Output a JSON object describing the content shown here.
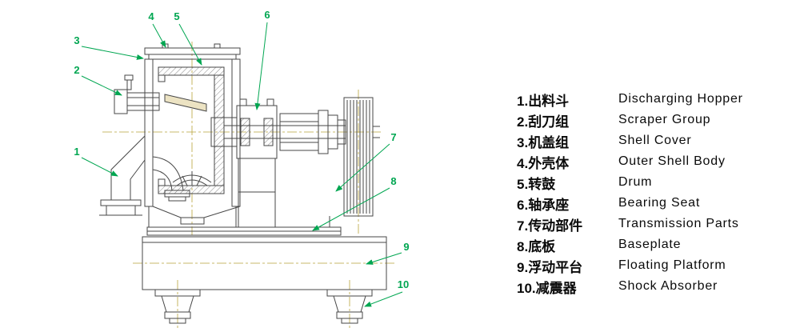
{
  "colors": {
    "callout_green": "#00A651",
    "drawing_line": "#474747",
    "centerline_yellow": "#b9a43b",
    "text": "#0a0a0a",
    "background": "#ffffff"
  },
  "callouts": [
    {
      "label": "1"
    },
    {
      "label": "2"
    },
    {
      "label": "3"
    },
    {
      "label": "4"
    },
    {
      "label": "5"
    },
    {
      "label": "6"
    },
    {
      "label": "7"
    },
    {
      "label": "8"
    },
    {
      "label": "9"
    },
    {
      "label": "10"
    }
  ],
  "legend": {
    "items": [
      {
        "num": "1.",
        "zh": "出料斗",
        "en": "Discharging Hopper"
      },
      {
        "num": "2.",
        "zh": "刮刀组",
        "en": "Scraper Group"
      },
      {
        "num": "3.",
        "zh": "机盖组",
        "en": "Shell Cover"
      },
      {
        "num": "4.",
        "zh": "外壳体",
        "en": "Outer Shell Body"
      },
      {
        "num": "5.",
        "zh": "转鼓",
        "en": "Drum"
      },
      {
        "num": "6.",
        "zh": "轴承座",
        "en": "Bearing Seat"
      },
      {
        "num": "7.",
        "zh": "传动部件",
        "en": "Transmission Parts"
      },
      {
        "num": "8.",
        "zh": "底板",
        "en": "Baseplate"
      },
      {
        "num": "9.",
        "zh": "浮动平台",
        "en": "Floating Platform"
      },
      {
        "num": "10.",
        "zh": "减震器",
        "en": "Shock Absorber"
      }
    ]
  }
}
